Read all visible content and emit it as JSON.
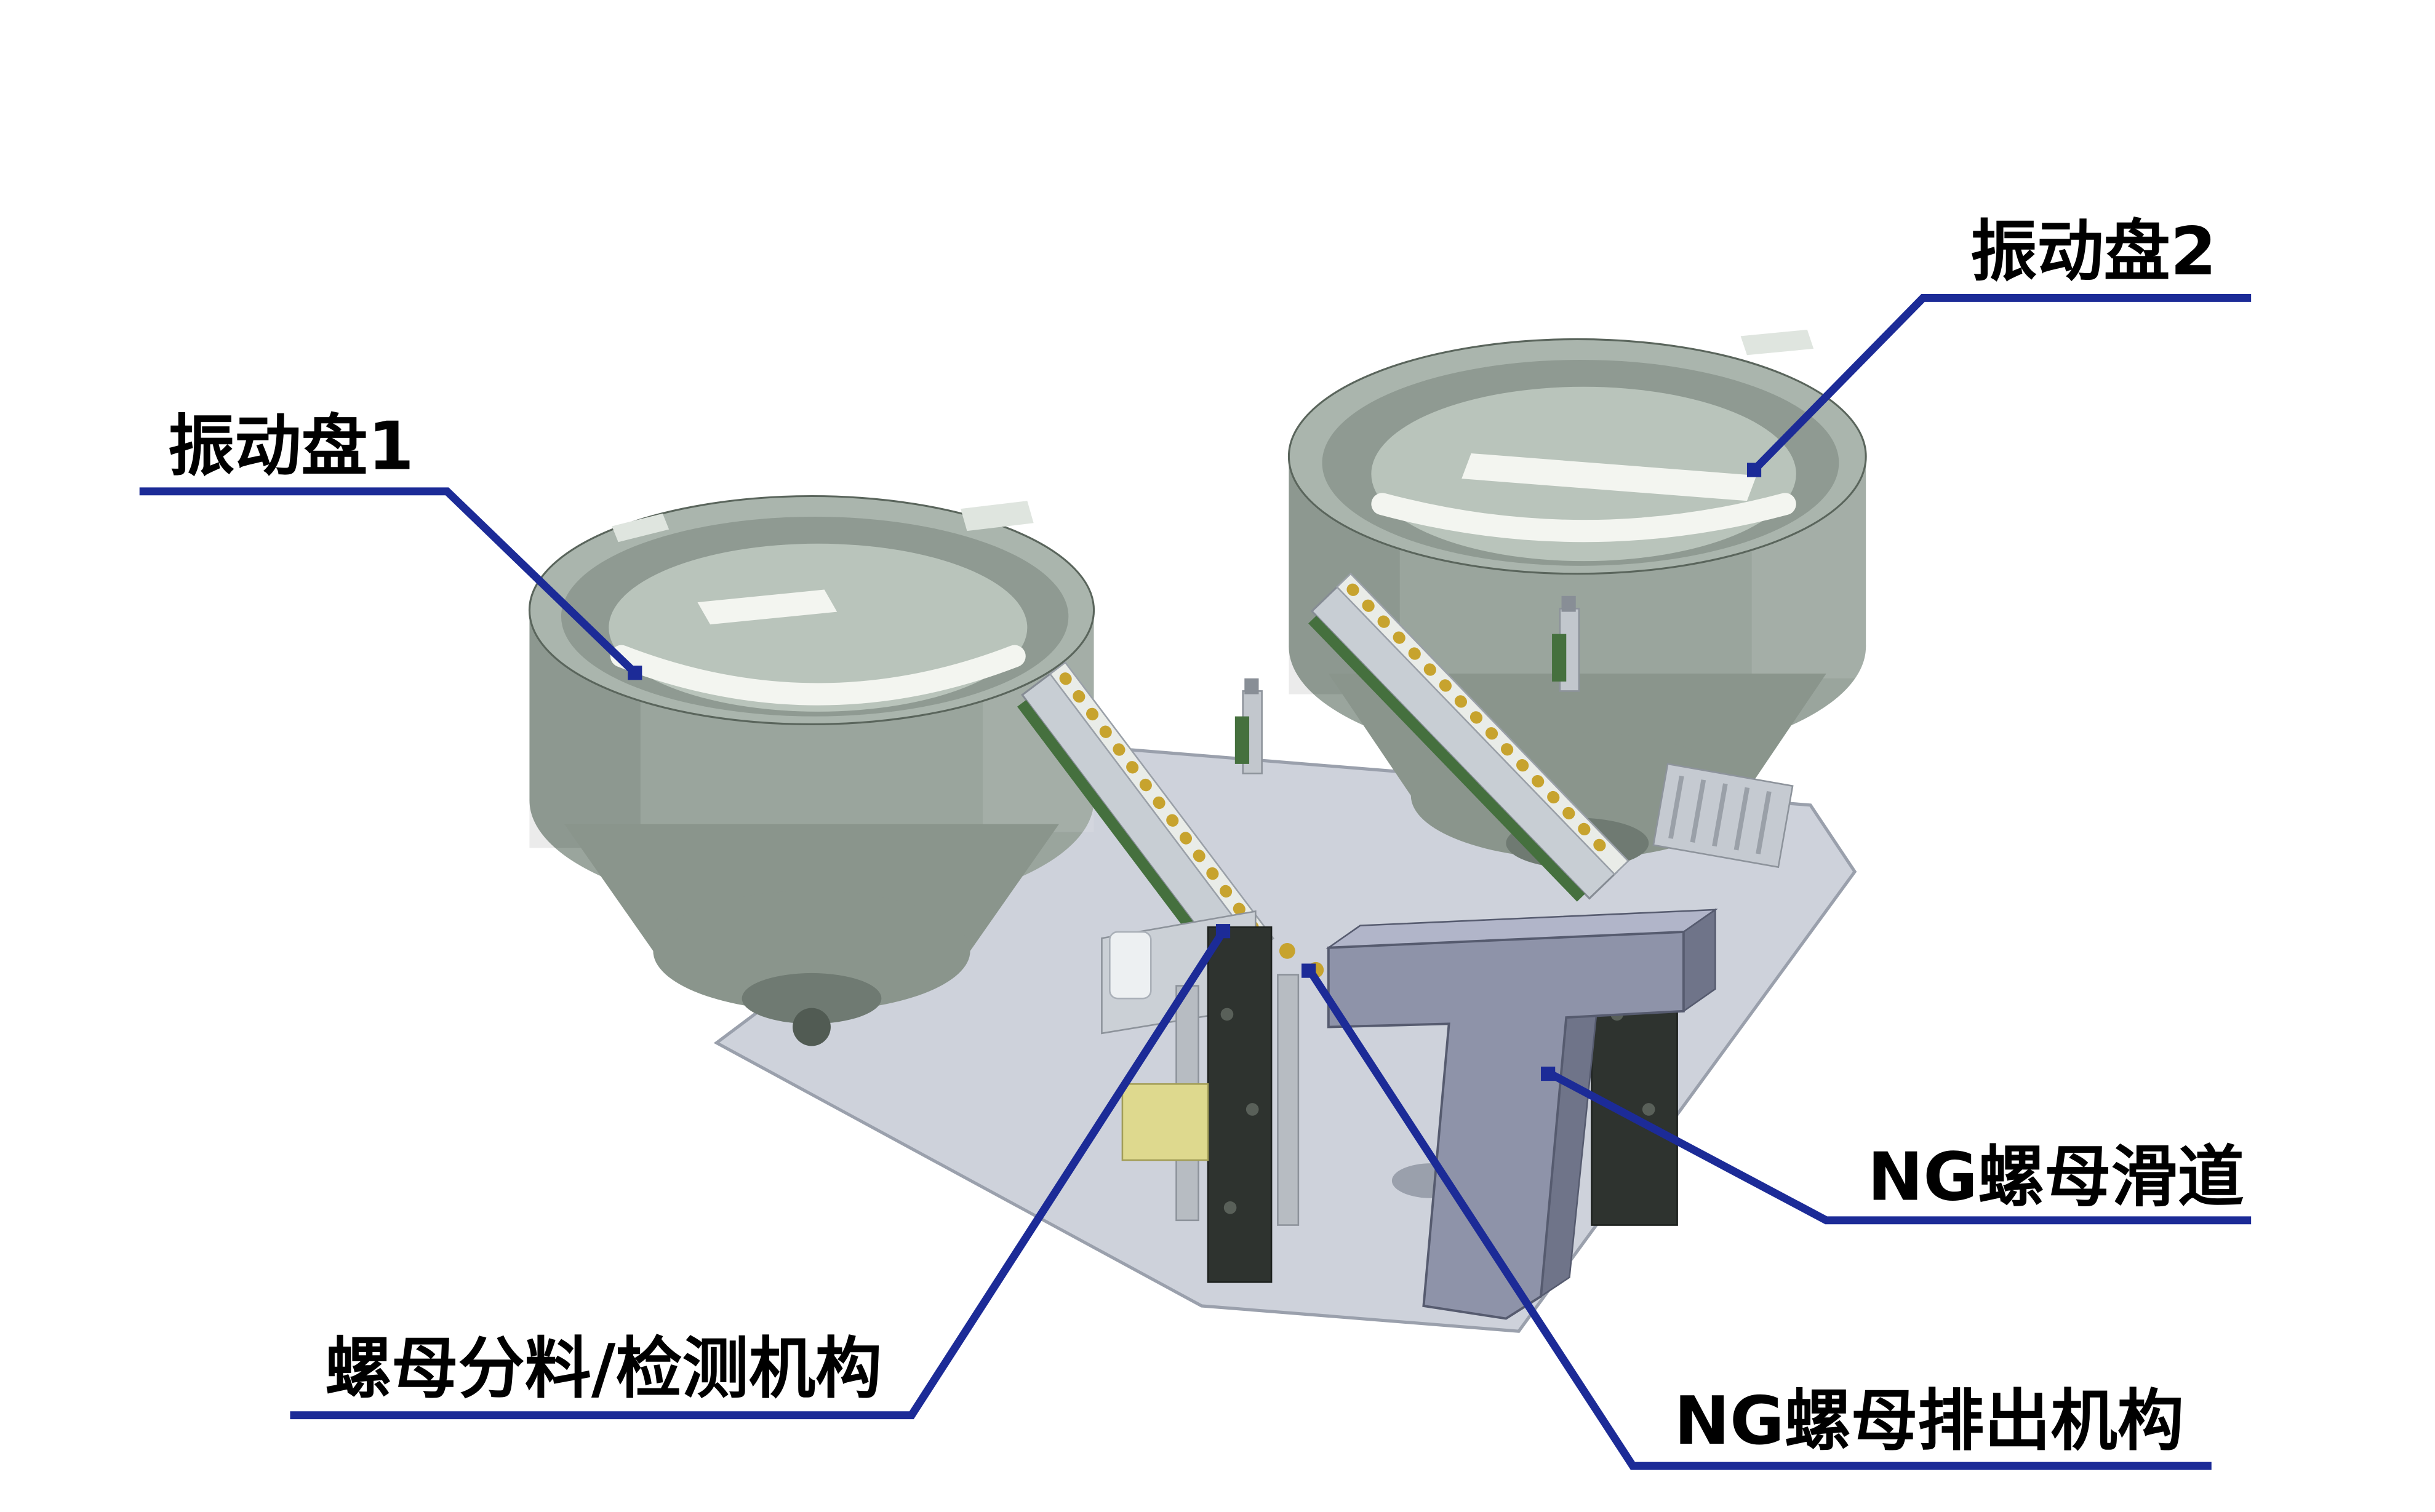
{
  "diagram": {
    "type": "3d-cad-annotated-diagram",
    "subject": "dual vibration bowl nut feeding and inspection station",
    "labels": {
      "bowl1": "振动盘1",
      "bowl2": "振动盘2",
      "ng_chute": "NG螺母滑道",
      "separator": "螺母分料/检测机构",
      "ng_discharge": "NG螺母排出机构"
    }
  },
  "colors": {
    "annotation": "#1c2b97",
    "label-text": "#000000",
    "bg": "#ffffff",
    "bowl-wall": "#9aa59d",
    "bowl-rim": "#aab5ad",
    "bowl-innerwall": "#8f9a92",
    "bowl-floor": "#b9c4bb",
    "bowl-cone": "#8a958c",
    "bowl-dark": "#6f7a72",
    "bowl-track": "#f3f5f0",
    "rail-body": "#c8ced4",
    "rail-top": "#e9ece8",
    "rail-chain": "#c7a32e",
    "rail-pcb": "#45703e",
    "tower-dark": "#2e332f",
    "chute-front": "#8e93a9",
    "chute-side": "#6f7489",
    "chute-top": "#b1b5c9",
    "plate": "#ced2db",
    "plate-edge": "#9aa0ac",
    "block-yellow": "#ded98e"
  }
}
